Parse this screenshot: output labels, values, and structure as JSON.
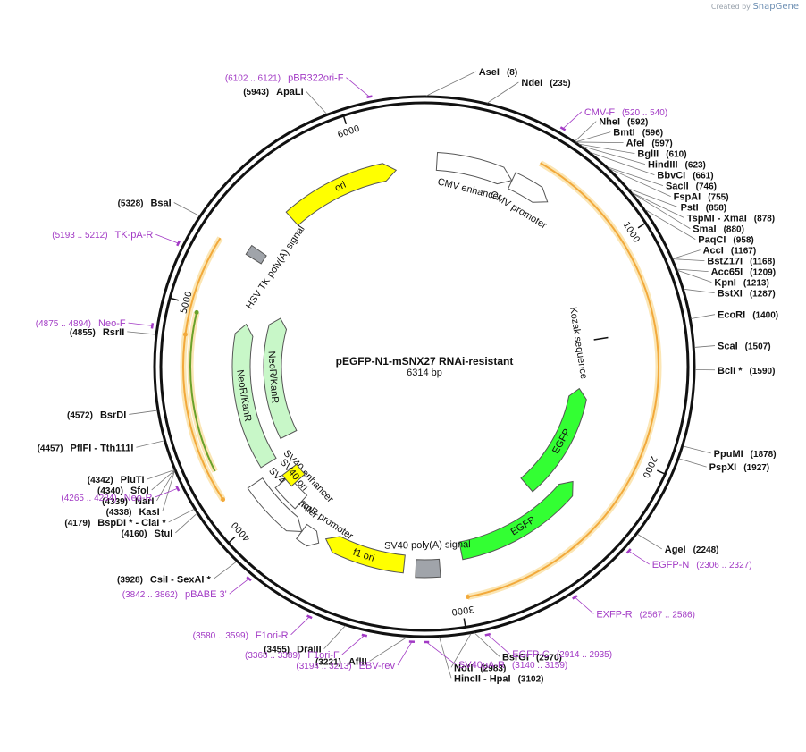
{
  "credit": {
    "prefix": "Created by",
    "brand": "SnapGene"
  },
  "plasmid": {
    "name": "pEGFP-N1-mSNX27 RNAi-resistant",
    "size": "6314 bp",
    "length": 6314
  },
  "colors": {
    "primer": "#a23ac5",
    "yellow": "#ffff00",
    "green": "#33ff33",
    "light_green": "#c8f7c8",
    "orange": "#f2a93b",
    "grey": "#a0a4aa"
  },
  "ticks": [
    {
      "bp": 1000,
      "label": "1000"
    },
    {
      "bp": 2000,
      "label": "2000"
    },
    {
      "bp": 3000,
      "label": "3000"
    },
    {
      "bp": 4000,
      "label": "4000"
    },
    {
      "bp": 5000,
      "label": "5000"
    },
    {
      "bp": 6000,
      "label": "6000"
    }
  ],
  "sites": [
    {
      "name": "AseI",
      "pos": "(8)",
      "bp": 8
    },
    {
      "name": "NdeI",
      "pos": "(235)",
      "bp": 235
    },
    {
      "name": "NheI",
      "pos": "(592)",
      "bp": 592
    },
    {
      "name": "BmtI",
      "pos": "(596)",
      "bp": 596
    },
    {
      "name": "AfeI",
      "pos": "(597)",
      "bp": 597
    },
    {
      "name": "BglII",
      "pos": "(610)",
      "bp": 610
    },
    {
      "name": "HindIII",
      "pos": "(623)",
      "bp": 623
    },
    {
      "name": "BbvCI",
      "pos": "(661)",
      "bp": 661
    },
    {
      "name": "SacII",
      "pos": "(746)",
      "bp": 746
    },
    {
      "name": "FspAI",
      "pos": "(755)",
      "bp": 755
    },
    {
      "name": "PstI",
      "pos": "(858)",
      "bp": 858
    },
    {
      "name": "TspMI - XmaI",
      "pos": "(878)",
      "bp": 878
    },
    {
      "name": "SmaI",
      "pos": "(880)",
      "bp": 880
    },
    {
      "name": "PaqCI",
      "pos": "(958)",
      "bp": 958
    },
    {
      "name": "AccI",
      "pos": "(1167)",
      "bp": 1167
    },
    {
      "name": "BstZ17I",
      "pos": "(1168)",
      "bp": 1168
    },
    {
      "name": "Acc65I",
      "pos": "(1209)",
      "bp": 1209
    },
    {
      "name": "KpnI",
      "pos": "(1213)",
      "bp": 1213
    },
    {
      "name": "BstXI",
      "pos": "(1287)",
      "bp": 1287
    },
    {
      "name": "EcoRI",
      "pos": "(1400)",
      "bp": 1400
    },
    {
      "name": "ScaI",
      "pos": "(1507)",
      "bp": 1507
    },
    {
      "name": "BclI *",
      "pos": "(1590)",
      "bp": 1590
    },
    {
      "name": "PpuMI",
      "pos": "(1878)",
      "bp": 1878
    },
    {
      "name": "PspXI",
      "pos": "(1927)",
      "bp": 1927
    },
    {
      "name": "AgeI",
      "pos": "(2248)",
      "bp": 2248
    },
    {
      "name": "BsrGI",
      "pos": "(2970)",
      "bp": 2970
    },
    {
      "name": "NotI",
      "pos": "(2983)",
      "bp": 2983
    },
    {
      "name": "HincII - HpaI",
      "pos": "(3102)",
      "bp": 3102
    },
    {
      "name": "AflII",
      "pos": "(3221)",
      "bp": 3221
    },
    {
      "name": "DraIII",
      "pos": "(3455)",
      "bp": 3455
    },
    {
      "name": "CsiI - SexAI *",
      "pos": "(3928)",
      "bp": 3928
    },
    {
      "name": "StuI",
      "pos": "(4160)",
      "bp": 4160
    },
    {
      "name": "BspDI * - ClaI *",
      "pos": "(4179)",
      "bp": 4179
    },
    {
      "name": "KasI",
      "pos": "(4338)",
      "bp": 4338
    },
    {
      "name": "NarI",
      "pos": "(4339)",
      "bp": 4339
    },
    {
      "name": "SfoI",
      "pos": "(4340)",
      "bp": 4340
    },
    {
      "name": "PluTI",
      "pos": "(4342)",
      "bp": 4342
    },
    {
      "name": "PflFI - Tth111I",
      "pos": "(4457)",
      "bp": 4457
    },
    {
      "name": "BsrDI",
      "pos": "(4572)",
      "bp": 4572
    },
    {
      "name": "RsrII",
      "pos": "(4855)",
      "bp": 4855
    },
    {
      "name": "BsaI",
      "pos": "(5328)",
      "bp": 5328
    },
    {
      "name": "ApaLI",
      "pos": "(5943)",
      "bp": 5943
    }
  ],
  "primers": [
    {
      "name": "pBR322ori-F",
      "pos": "(6102 .. 6121)",
      "bp": 6112
    },
    {
      "name": "CMV-F",
      "pos": "(520 .. 540)",
      "bp": 530
    },
    {
      "name": "EGFP-N",
      "pos": "(2306 .. 2327)",
      "bp": 2316
    },
    {
      "name": "EXFP-R",
      "pos": "(2567 .. 2586)",
      "bp": 2576
    },
    {
      "name": "EGFP-C",
      "pos": "(2914 .. 2935)",
      "bp": 2924
    },
    {
      "name": "SV40pA-R",
      "pos": "(3140 .. 3159)",
      "bp": 3150
    },
    {
      "name": "EBV-rev",
      "pos": "(3194 .. 3213)",
      "bp": 3203
    },
    {
      "name": "F1ori-F",
      "pos": "(3368 .. 3389)",
      "bp": 3378
    },
    {
      "name": "F1ori-R",
      "pos": "(3580 .. 3599)",
      "bp": 3590
    },
    {
      "name": "pBABE 3'",
      "pos": "(3842 .. 3862)",
      "bp": 3852
    },
    {
      "name": "Neo-R",
      "pos": "(4265 .. 4284)",
      "bp": 4275
    },
    {
      "name": "Neo-F",
      "pos": "(4875 .. 4894)",
      "bp": 4885
    },
    {
      "name": "TK-pA-R",
      "pos": "(5193 .. 5212)",
      "bp": 5202
    }
  ],
  "features": [
    {
      "name": "CMV enhancer",
      "start": 61,
      "end": 441,
      "strand": 1,
      "type": "white"
    },
    {
      "name": "CMV promoter",
      "start": 442,
      "end": 645,
      "strand": 1,
      "type": "white"
    },
    {
      "name": "Kozak sequence",
      "start": 1421,
      "end": 1430,
      "strand": 0,
      "type": "mark"
    },
    {
      "name": "EGFP",
      "start": 1720,
      "end": 2440,
      "strand": -1,
      "type": "green"
    },
    {
      "name": "EGFP",
      "start": 2240,
      "end": 2960,
      "strand": -1,
      "type": "green"
    },
    {
      "name": "SV40 poly(A) signal",
      "start": 3080,
      "end": 3200,
      "strand": 0,
      "type": "grey"
    },
    {
      "name": "f1 ori",
      "start": 3260,
      "end": 3680,
      "strand": 1,
      "type": "yellow"
    },
    {
      "name": "AmpR promoter",
      "start": 3700,
      "end": 3800,
      "strand": -1,
      "type": "white"
    },
    {
      "name": "SV40 promoter",
      "start": 3800,
      "end": 4130,
      "strand": -1,
      "type": "white"
    },
    {
      "name": "SV40 enhancer",
      "start": 3900,
      "end": 4050,
      "strand": 0,
      "type": "white"
    },
    {
      "name": "SV40 ori",
      "start": 4000,
      "end": 4080,
      "strand": 0,
      "type": "yellow"
    },
    {
      "name": "NeoR/KanR",
      "start": 4180,
      "end": 4970,
      "strand": 1,
      "type": "lightgreen"
    },
    {
      "name": "NeoR/KanR",
      "start": 4270,
      "end": 5060,
      "strand": 1,
      "type": "lightgreen"
    },
    {
      "name": "HSV TK poly(A) signal",
      "start": 5300,
      "end": 5350,
      "strand": 0,
      "type": "grey"
    },
    {
      "name": "ori",
      "start": 5580,
      "end": 6170,
      "strand": 1,
      "type": "yellow"
    }
  ],
  "orfs": [
    {
      "start": 520,
      "end": 2970,
      "strand": 1,
      "color": "#f2a93b"
    },
    {
      "start": 4150,
      "end": 4890,
      "strand": -1,
      "color": "#f2a93b"
    },
    {
      "start": 4270,
      "end": 4970,
      "strand": 1,
      "color": "#6aa22a"
    },
    {
      "start": 4870,
      "end": 5300,
      "strand": -1,
      "color": "#f2a93b"
    }
  ]
}
